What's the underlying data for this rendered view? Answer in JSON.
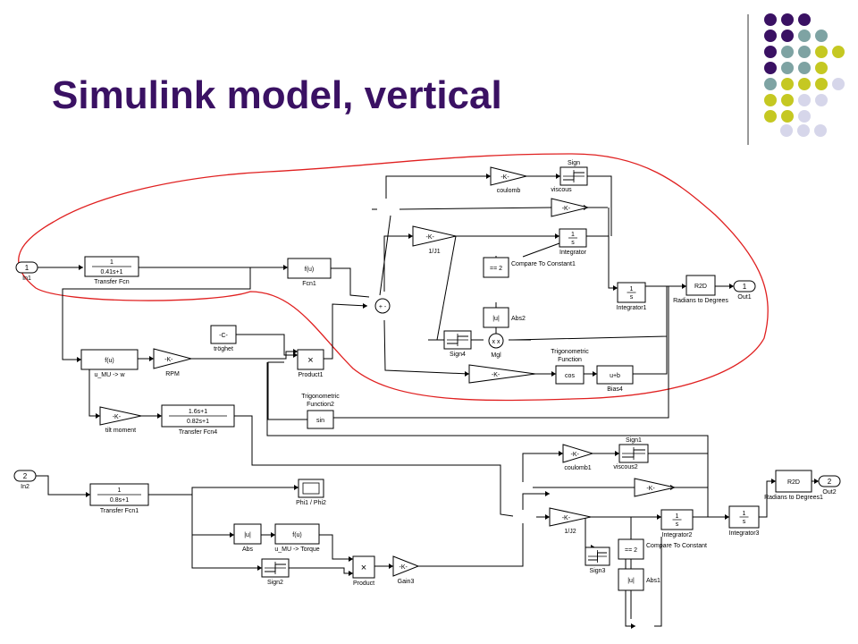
{
  "slide": {
    "title": "Simulink model, vertical",
    "accent_colors": {
      "purple": "#3a1163",
      "teal": "#7ea3a3",
      "olive": "#c5c822",
      "lavender": "#d6d6ea",
      "outline": "#e02020"
    }
  },
  "diagram": {
    "blocks": [
      {
        "id": "in1",
        "type": "inport",
        "text": "1",
        "label": "In1"
      },
      {
        "id": "tf",
        "type": "tf",
        "num": "1",
        "den": "0.41s+1",
        "label": "Transfer Fcn"
      },
      {
        "id": "fcn1",
        "type": "fcn",
        "text": "f(u)",
        "label": "Fcn1"
      },
      {
        "id": "sum1",
        "type": "sum",
        "text": "+ -"
      },
      {
        "id": "g1j1",
        "type": "gain",
        "text": "-K-",
        "label": "1/J1"
      },
      {
        "id": "int",
        "type": "int",
        "text": "1/s",
        "label": "Integrator"
      },
      {
        "id": "coul",
        "type": "gain",
        "text": "-K-",
        "label": "coulomb"
      },
      {
        "id": "sign",
        "type": "sign",
        "label": "Sign"
      },
      {
        "id": "visc",
        "type": "text",
        "label": "viscous"
      },
      {
        "id": "gtop",
        "type": "gain",
        "text": "-K-"
      },
      {
        "id": "cmp",
        "type": "cmp",
        "text": "== 2",
        "label": "Compare To Constant1"
      },
      {
        "id": "abs2",
        "type": "abs",
        "text": "|u|",
        "label": "Abs2"
      },
      {
        "id": "int1",
        "type": "int",
        "text": "1/s",
        "label": "Integrator1"
      },
      {
        "id": "r2d",
        "type": "r2d",
        "text": "R2D",
        "label": "Radians to Degrees"
      },
      {
        "id": "out1",
        "type": "outport",
        "text": "1",
        "label": "Out1"
      },
      {
        "id": "sign4",
        "type": "sign",
        "label": "Sign4"
      },
      {
        "id": "mgl",
        "type": "sum",
        "text": "x x",
        "label": "Mgl"
      },
      {
        "id": "trig",
        "type": "fcn",
        "text": "cos",
        "label": "Trigonometric Function"
      },
      {
        "id": "bias4",
        "type": "fcn",
        "text": "u+b",
        "label": "Bias4"
      },
      {
        "id": "gtrig",
        "type": "gain",
        "text": "-K-"
      },
      {
        "id": "fmu",
        "type": "fcn",
        "text": "f(u)",
        "label": "u_MU -> w"
      },
      {
        "id": "rpm",
        "type": "gain",
        "text": "-K-",
        "label": "RPM"
      },
      {
        "id": "trog",
        "type": "const",
        "text": "-C-",
        "label": "tröghet"
      },
      {
        "id": "prod1",
        "type": "prod",
        "text": "×",
        "label": "Product1"
      },
      {
        "id": "trig2",
        "type": "fcn",
        "text": "sin",
        "label": "Trigonometric Function2"
      },
      {
        "id": "tilt",
        "type": "gain",
        "text": "-K-",
        "label": "tilt moment"
      },
      {
        "id": "tf4",
        "type": "tf",
        "num": "1.6s+1",
        "den": "0.82s+1",
        "label": "Transfer Fcn4"
      },
      {
        "id": "in2",
        "type": "inport",
        "text": "2",
        "label": "In2"
      },
      {
        "id": "tf1",
        "type": "tf",
        "num": "1",
        "den": "0.8s+1",
        "label": "Transfer Fcn1"
      },
      {
        "id": "scope",
        "type": "scope",
        "label": "Phi1 / Phi2"
      },
      {
        "id": "abs",
        "type": "abs",
        "text": "|u|",
        "label": "Abs"
      },
      {
        "id": "fmut",
        "type": "fcn",
        "text": "f(u)",
        "label": "u_MU -> Torque"
      },
      {
        "id": "sign2",
        "type": "sign",
        "label": "Sign2"
      },
      {
        "id": "prod",
        "type": "prod",
        "text": "×",
        "label": "Product"
      },
      {
        "id": "gain3",
        "type": "gain",
        "text": "-K-",
        "label": "Gain3"
      },
      {
        "id": "coul1",
        "type": "gain",
        "text": "-K-",
        "label": "coulomb1"
      },
      {
        "id": "sign1",
        "type": "sign",
        "label": "Sign1"
      },
      {
        "id": "visc2",
        "type": "text",
        "label": "viscous2"
      },
      {
        "id": "gbot",
        "type": "gain",
        "text": "-K-"
      },
      {
        "id": "g1j2",
        "type": "gain",
        "text": "-K-",
        "label": "1/J2"
      },
      {
        "id": "int2",
        "type": "int",
        "text": "1/s",
        "label": "Integrator2"
      },
      {
        "id": "cmp2",
        "type": "cmp",
        "text": "== 2",
        "label": "Compare To Constant"
      },
      {
        "id": "abs1",
        "type": "abs",
        "text": "|u|",
        "label": "Abs1"
      },
      {
        "id": "sign3",
        "type": "sign",
        "label": "Sign3"
      },
      {
        "id": "int3",
        "type": "int",
        "text": "1/s",
        "label": "Integrator3"
      },
      {
        "id": "r2d1",
        "type": "r2d",
        "text": "R2D",
        "label": "Radians to Degrees1"
      },
      {
        "id": "out2",
        "type": "outport",
        "text": "2",
        "label": "Out2"
      }
    ]
  }
}
